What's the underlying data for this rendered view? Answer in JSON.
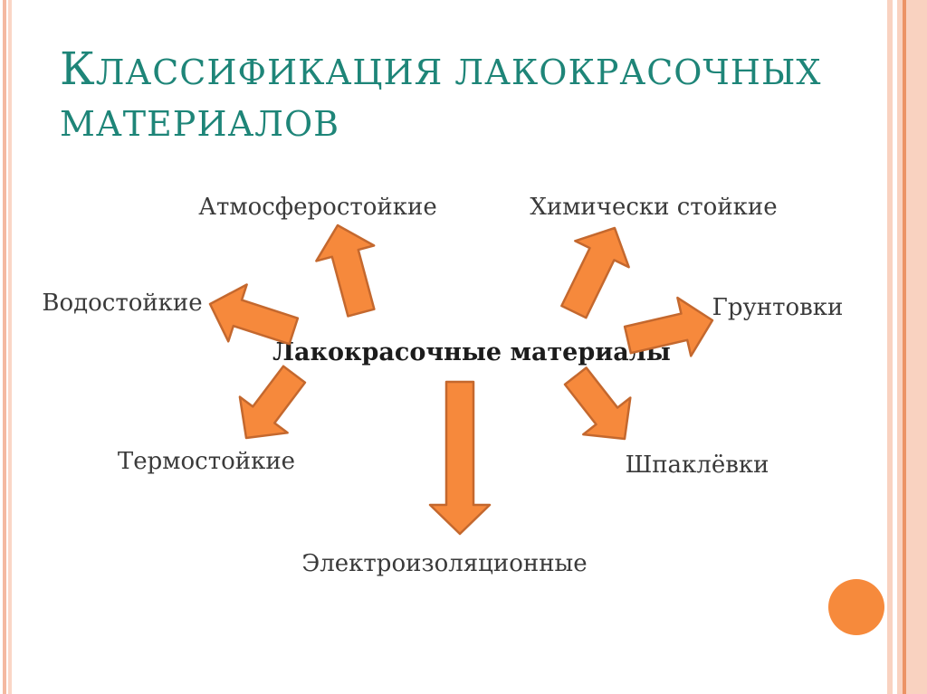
{
  "slide": {
    "title": {
      "line1": "Классификация лакокрасочных",
      "line2": "материалов"
    },
    "diagram": {
      "center_label": "Лакокрасочные материалы",
      "categories": [
        {
          "id": "atmospheric",
          "label": "Атмосферостойкие"
        },
        {
          "id": "chemical",
          "label": "Химически стойкие"
        },
        {
          "id": "water",
          "label": "Водостойкие"
        },
        {
          "id": "primer",
          "label": "Грунтовки"
        },
        {
          "id": "thermo",
          "label": "Термостойкие"
        },
        {
          "id": "putty",
          "label": "Шпаклёвки"
        },
        {
          "id": "electrical",
          "label": "Электроизоляционные"
        }
      ]
    }
  },
  "colors": {
    "accent_orange": "#F6893C",
    "arrow_outline": "#C4682E",
    "title_teal": "#1E8578",
    "text_dark": "#3A3A3A",
    "center_text": "#1C1C1C",
    "stripe_salmon": "#F4B9A1",
    "stripe_light": "#FAD6C6",
    "right_band": "#F9D2C0",
    "right_line": "#EC9366",
    "circle_orange": "#F68A3C"
  }
}
